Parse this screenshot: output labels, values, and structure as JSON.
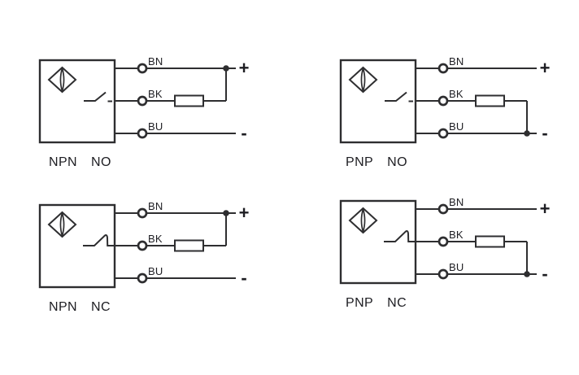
{
  "colors": {
    "line": "#2e2e30",
    "text": "#1d1d22",
    "background": "#ffffff"
  },
  "diagrams": [
    {
      "name": "npn-no",
      "polarity": "NPN",
      "contact": "NO",
      "caption": "NPN NO",
      "wires": [
        {
          "label": "BN"
        },
        {
          "label": "BK"
        },
        {
          "label": "BU"
        }
      ],
      "plus": "+",
      "minus": "-",
      "resistor_connects_to": "plus-line"
    },
    {
      "name": "pnp-no",
      "polarity": "PNP",
      "contact": "NO",
      "caption": "PNP NO",
      "wires": [
        {
          "label": "BN"
        },
        {
          "label": "BK"
        },
        {
          "label": "BU"
        }
      ],
      "plus": "+",
      "minus": "-",
      "resistor_connects_to": "minus-line"
    },
    {
      "name": "npn-nc",
      "polarity": "NPN",
      "contact": "NC",
      "caption": "NPN NC",
      "wires": [
        {
          "label": "BN"
        },
        {
          "label": "BK"
        },
        {
          "label": "BU"
        }
      ],
      "plus": "+",
      "minus": "-",
      "resistor_connects_to": "plus-line"
    },
    {
      "name": "pnp-nc",
      "polarity": "PNP",
      "contact": "NC",
      "caption": "PNP NC",
      "wires": [
        {
          "label": "BN"
        },
        {
          "label": "BK"
        },
        {
          "label": "BU"
        }
      ],
      "plus": "+",
      "minus": "-",
      "resistor_connects_to": "minus-line"
    }
  ]
}
